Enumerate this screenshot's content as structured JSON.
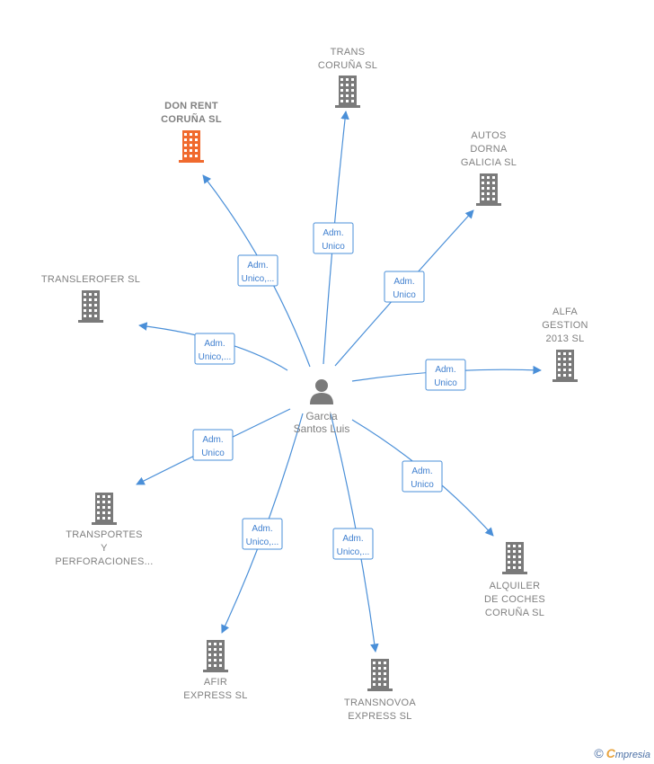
{
  "person": {
    "name_lines": [
      "Garcia",
      "Santos Luis"
    ],
    "icon": "person-icon"
  },
  "colors": {
    "edge": "#4a8fd8",
    "building": "#7a7a7a",
    "building_main": "#f06a2e",
    "label": "#808080"
  },
  "companies": [
    {
      "id": "don-rent",
      "lines": [
        "DON RENT",
        "CORUÑA  SL"
      ],
      "role": [
        "Adm.",
        "Unico,..."
      ],
      "highlight": true
    },
    {
      "id": "trans-coruna",
      "lines": [
        "TRANS",
        "CORUÑA SL"
      ],
      "role": [
        "Adm.",
        "Unico"
      ],
      "highlight": false
    },
    {
      "id": "autos-dorna",
      "lines": [
        "AUTOS",
        "DORNA",
        "GALICIA  SL"
      ],
      "role": [
        "Adm.",
        "Unico"
      ],
      "highlight": false
    },
    {
      "id": "translerofer",
      "lines": [
        "TRANSLEROFER SL"
      ],
      "role": [
        "Adm.",
        "Unico,..."
      ],
      "highlight": false
    },
    {
      "id": "alfa-gestion",
      "lines": [
        "ALFA",
        "GESTION",
        "2013  SL"
      ],
      "role": [
        "Adm.",
        "Unico"
      ],
      "highlight": false
    },
    {
      "id": "transportes",
      "lines": [
        "TRANSPORTES",
        "Y",
        "PERFORACIONES..."
      ],
      "role": [
        "Adm.",
        "Unico"
      ],
      "highlight": false
    },
    {
      "id": "alquiler",
      "lines": [
        "ALQUILER",
        "DE COCHES",
        "CORUÑA  SL"
      ],
      "role": [
        "Adm.",
        "Unico"
      ],
      "highlight": false
    },
    {
      "id": "afir",
      "lines": [
        "AFIR",
        "EXPRESS  SL"
      ],
      "role": [
        "Adm.",
        "Unico,..."
      ],
      "highlight": false
    },
    {
      "id": "transnovoa",
      "lines": [
        "TRANSNOVOA",
        "EXPRESS  SL"
      ],
      "role": [
        "Adm.",
        "Unico,..."
      ],
      "highlight": false
    }
  ],
  "footer": {
    "copyright": "©",
    "brand_initial": "C",
    "brand_rest": "mpresia"
  }
}
